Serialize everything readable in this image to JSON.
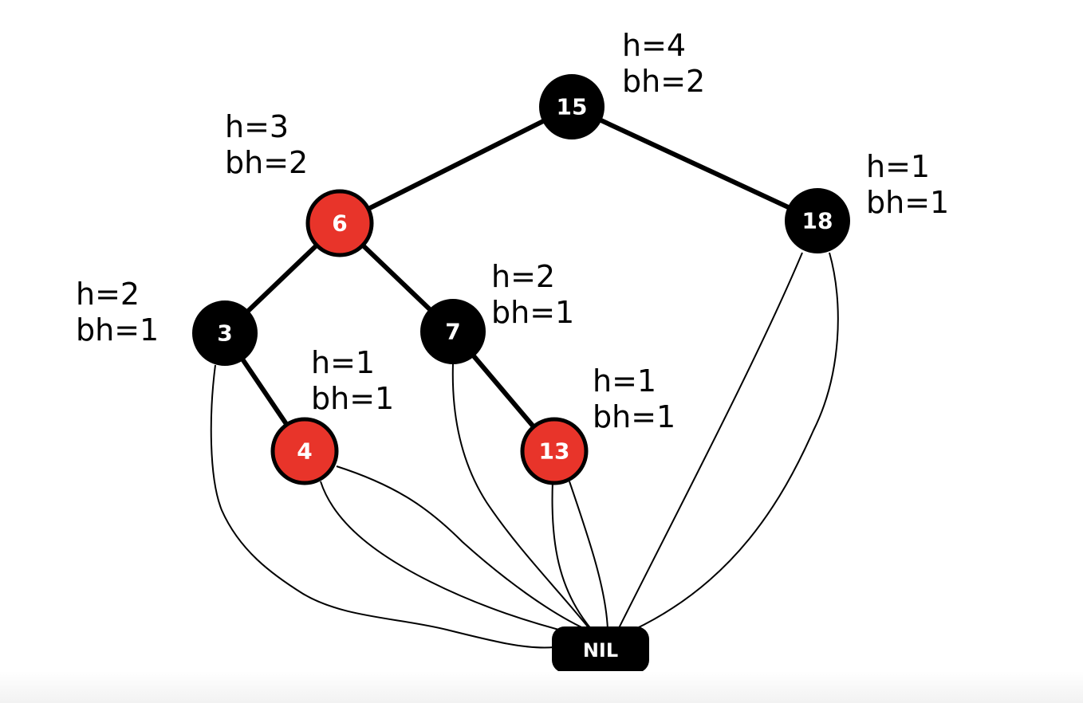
{
  "nodes": [
    {
      "id": "15",
      "label": "15",
      "color": "black",
      "h": "h=4",
      "bh": "bh=2"
    },
    {
      "id": "6",
      "label": "6",
      "color": "red",
      "h": "h=3",
      "bh": "bh=2"
    },
    {
      "id": "18",
      "label": "18",
      "color": "black",
      "h": "h=1",
      "bh": "bh=1"
    },
    {
      "id": "3",
      "label": "3",
      "color": "black",
      "h": "h=2",
      "bh": "bh=1"
    },
    {
      "id": "7",
      "label": "7",
      "color": "black",
      "h": "h=2",
      "bh": "bh=1"
    },
    {
      "id": "4",
      "label": "4",
      "color": "red",
      "h": "h=1",
      "bh": "bh=1"
    },
    {
      "id": "13",
      "label": "13",
      "color": "red",
      "h": "h=1",
      "bh": "bh=1"
    }
  ],
  "nil": {
    "label": "NIL"
  },
  "edges": [
    [
      "15",
      "6"
    ],
    [
      "15",
      "18"
    ],
    [
      "6",
      "3"
    ],
    [
      "6",
      "7"
    ],
    [
      "3",
      "4"
    ],
    [
      "7",
      "13"
    ]
  ],
  "nil_links": [
    "3",
    "4",
    "4",
    "7",
    "13",
    "13",
    "18",
    "18"
  ],
  "colors": {
    "red": "#e8342a",
    "black": "#000000"
  }
}
